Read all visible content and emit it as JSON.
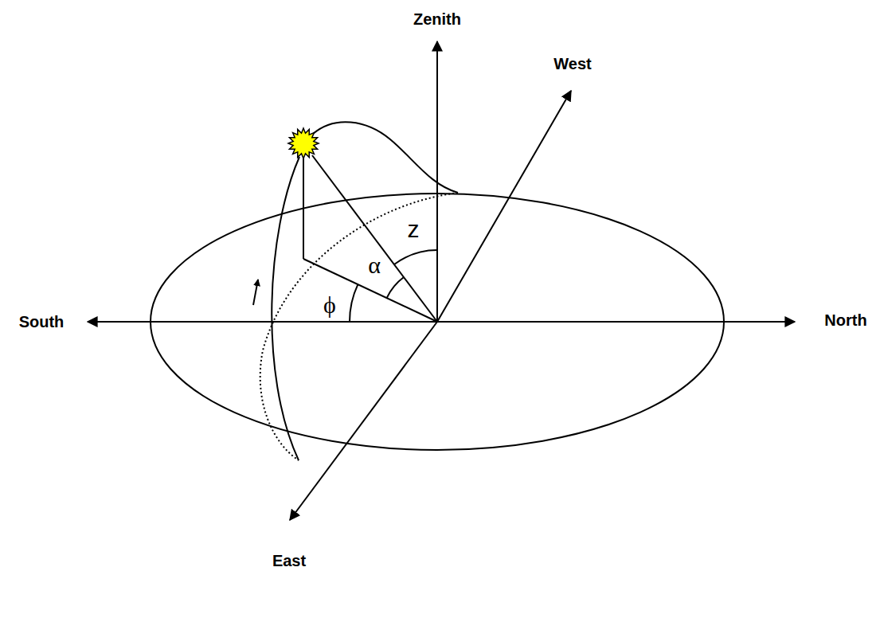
{
  "diagram": {
    "labels": [
      "Zenith",
      "West",
      "South",
      "North",
      "East",
      "z",
      "α",
      "ϕ"
    ]
  }
}
